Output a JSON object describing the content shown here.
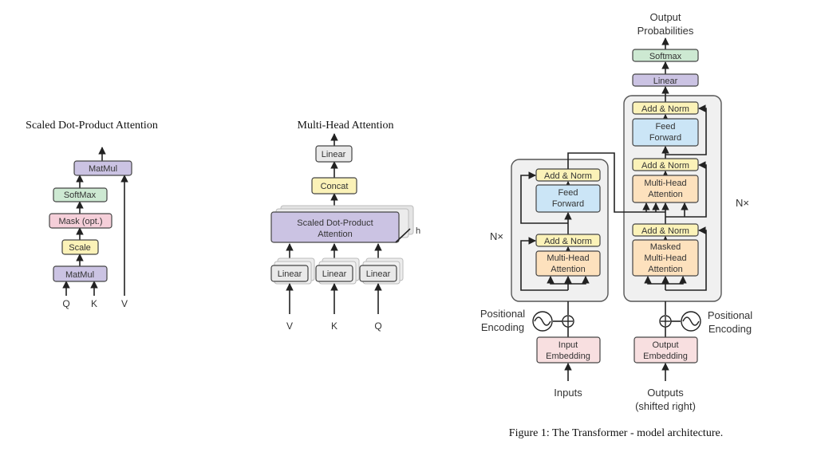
{
  "colors": {
    "purple": "#cbc3e3",
    "green": "#cde9d2",
    "pink": "#f5cfd9",
    "yellow": "#fbf2b8",
    "blue": "#cbe5f6",
    "orange": "#fde1bd",
    "lightpink": "#f8dfe0",
    "block_bg": "#f0f0f0"
  },
  "sdpa": {
    "title": "Scaled Dot-Product Attention",
    "matmul_top": "MatMul",
    "softmax": "SoftMax",
    "mask": "Mask (opt.)",
    "scale": "Scale",
    "matmul_bottom": "MatMul",
    "q": "Q",
    "k": "K",
    "v": "V"
  },
  "mha": {
    "title": "Multi-Head Attention",
    "linear_top": "Linear",
    "concat": "Concat",
    "sdpa_line1": "Scaled Dot-Product",
    "sdpa_line2": "Attention",
    "h": "h",
    "linear_v": "Linear",
    "linear_k": "Linear",
    "linear_q": "Linear",
    "v": "V",
    "k": "K",
    "q": "Q"
  },
  "transformer": {
    "output_probs_1": "Output",
    "output_probs_2": "Probabilities",
    "softmax": "Softmax",
    "linear": "Linear",
    "dec_addnorm_top": "Add & Norm",
    "dec_ff_1": "Feed",
    "dec_ff_2": "Forward",
    "dec_addnorm_mid": "Add & Norm",
    "dec_mha_1": "Multi-Head",
    "dec_mha_2": "Attention",
    "dec_addnorm_bot": "Add & Norm",
    "dec_masked_1": "Masked",
    "dec_masked_2": "Multi-Head",
    "dec_masked_3": "Attention",
    "enc_addnorm_top": "Add & Norm",
    "enc_ff_1": "Feed",
    "enc_ff_2": "Forward",
    "enc_addnorm_bot": "Add & Norm",
    "enc_mha_1": "Multi-Head",
    "enc_mha_2": "Attention",
    "nx_left": "N×",
    "nx_right": "N×",
    "pos_enc_left_1": "Positional",
    "pos_enc_left_2": "Encoding",
    "pos_enc_right_1": "Positional",
    "pos_enc_right_2": "Encoding",
    "input_emb_1": "Input",
    "input_emb_2": "Embedding",
    "output_emb_1": "Output",
    "output_emb_2": "Embedding",
    "inputs": "Inputs",
    "outputs_1": "Outputs",
    "outputs_2": "(shifted right)"
  },
  "caption": "Figure 1: The Transformer - model architecture."
}
